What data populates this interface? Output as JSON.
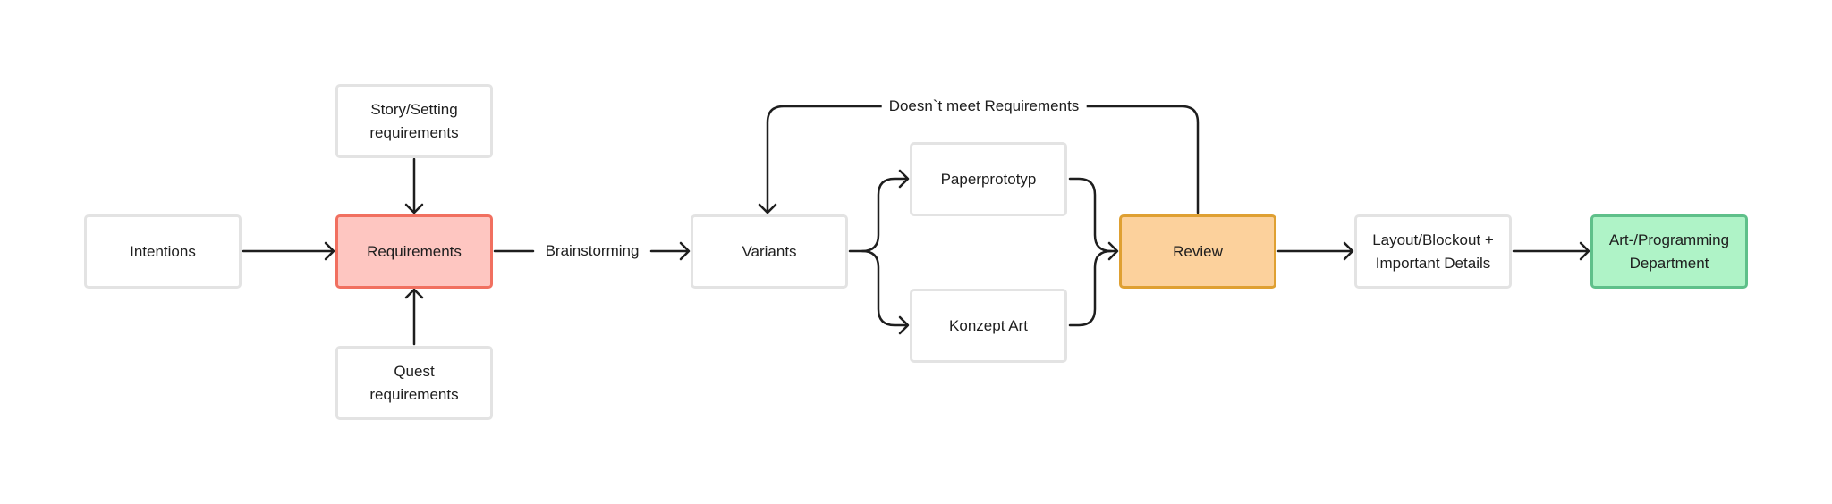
{
  "nodes": {
    "intentions": "Intentions",
    "requirements": "Requirements",
    "story": "Story/Setting requirements",
    "quest": "Quest requirements",
    "variants": "Variants",
    "paperprototyp": "Paperprototyp",
    "konzept": "Konzept Art",
    "review": "Review",
    "layout": "Layout/Blockout + Important Details",
    "department": "Art-/Programming Department"
  },
  "edges": {
    "brainstorming": "Brainstorming",
    "loop": "Doesn`t meet Requirements"
  },
  "colors": {
    "requirements_fill": "#fec6c1",
    "review_fill": "#fcd19c",
    "department_fill": "#aff3c7"
  }
}
